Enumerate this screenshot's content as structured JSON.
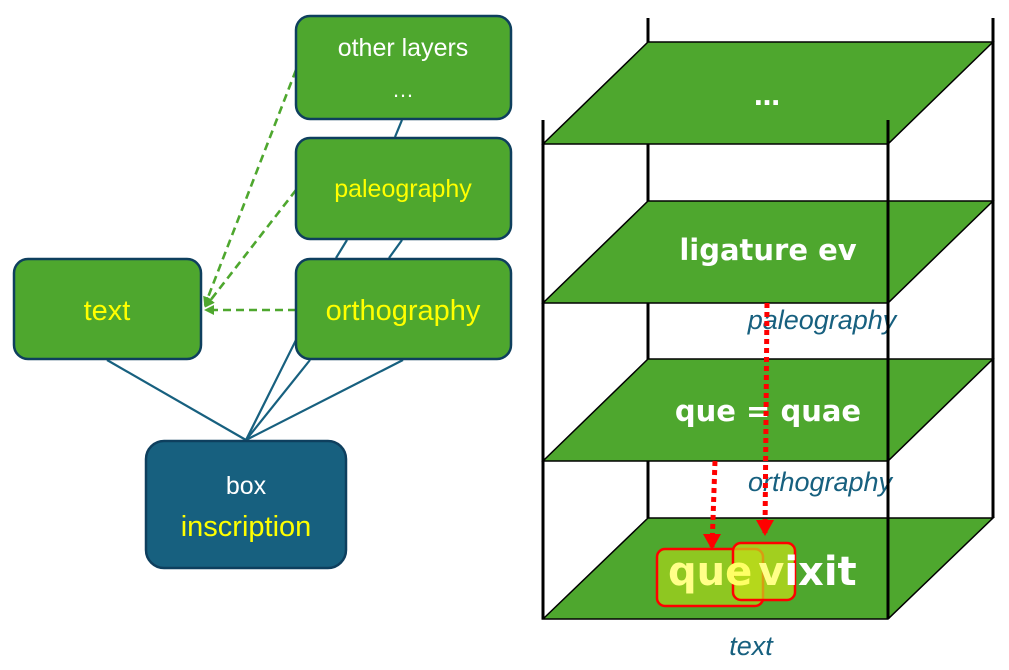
{
  "colors": {
    "node_fill": "#4EA72E",
    "node_border": "#0E3F5E",
    "root_fill": "#17607F",
    "edge": "#17607F",
    "dashed_arrow": "#4EA72E",
    "label_yellow": "#FFFF00",
    "label_white": "#FFFFFF",
    "layer_fill": "#4EA72E",
    "frame": "#000000",
    "annotation": "#17607F",
    "pointer_arrow": "#FF0000",
    "highlight_fill": "#9ACD1E"
  },
  "tree": {
    "nodes": {
      "other_layers": {
        "line1": "other layers",
        "line2": "…"
      },
      "paleography": {
        "label": "paleography"
      },
      "orthography": {
        "label": "orthography"
      },
      "text": {
        "label": "text"
      },
      "root": {
        "line1": "box",
        "line2": "inscription"
      }
    }
  },
  "stack": {
    "layers": [
      {
        "id": "top",
        "label": "…"
      },
      {
        "id": "paleography",
        "label": "ligature ev",
        "annotation": "paleography"
      },
      {
        "id": "orthography",
        "label": "que = quae",
        "annotation": "orthography"
      },
      {
        "id": "text",
        "annotation": "text",
        "words": {
          "w1a": "qu",
          "w1b": "e",
          "w2a": "v",
          "w2b": "ixit"
        }
      }
    ]
  }
}
